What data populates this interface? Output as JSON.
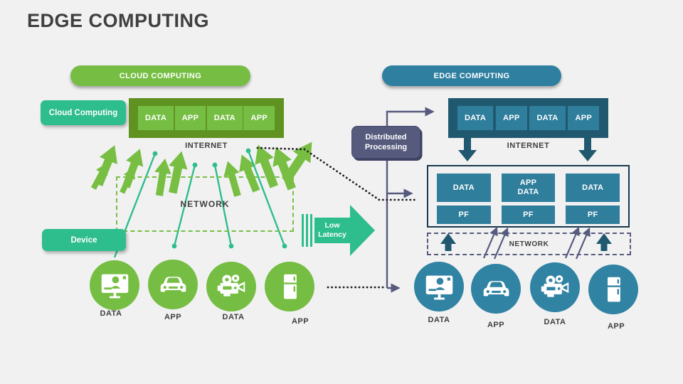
{
  "title": "EDGE COMPUTING",
  "colors": {
    "background": "#F1F1F2",
    "bright_green": "#76BE43",
    "olive_green": "#5F9221",
    "mint_green": "#2EBD8D",
    "teal": "#2E7FA0",
    "dark_teal": "#20596F",
    "mid_teal": "#2F7E9C",
    "circle_teal": "#3183A3",
    "slate_purple": "#565A7D",
    "navy_border": "#16394F",
    "text_dark": "#3F3F3F"
  },
  "cloud": {
    "banner": "CLOUD COMPUTING",
    "cloud_tag": "Cloud Computing",
    "device_tag": "Device",
    "internet_chips": [
      "DATA",
      "APP",
      "DATA",
      "APP"
    ],
    "internet_label": "INTERNET",
    "network_label": "NETWORK",
    "devices": [
      {
        "icon": "monitor-user-icon",
        "label": "DATA"
      },
      {
        "icon": "car-icon",
        "label": "APP"
      },
      {
        "icon": "video-camera-icon",
        "label": "DATA"
      },
      {
        "icon": "refrigerator-icon",
        "label": "APP"
      }
    ]
  },
  "middle": {
    "low_latency": "Low\nLatency",
    "distributed_processing": "Distributed\nProcessing"
  },
  "edge": {
    "banner": "EDGE COMPUTING",
    "internet_chips": [
      "DATA",
      "APP",
      "DATA",
      "APP"
    ],
    "internet_label": "INTERNET",
    "network_label": "NETWORK",
    "process_columns": [
      {
        "top": "DATA",
        "bottom": "PF"
      },
      {
        "top": "APP\nDATA",
        "bottom": "PF"
      },
      {
        "top": "DATA",
        "bottom": "PF"
      }
    ],
    "devices": [
      {
        "icon": "monitor-user-icon",
        "label": "DATA"
      },
      {
        "icon": "car-icon",
        "label": "APP"
      },
      {
        "icon": "video-camera-icon",
        "label": "DATA"
      },
      {
        "icon": "refrigerator-icon",
        "label": "APP"
      }
    ]
  }
}
